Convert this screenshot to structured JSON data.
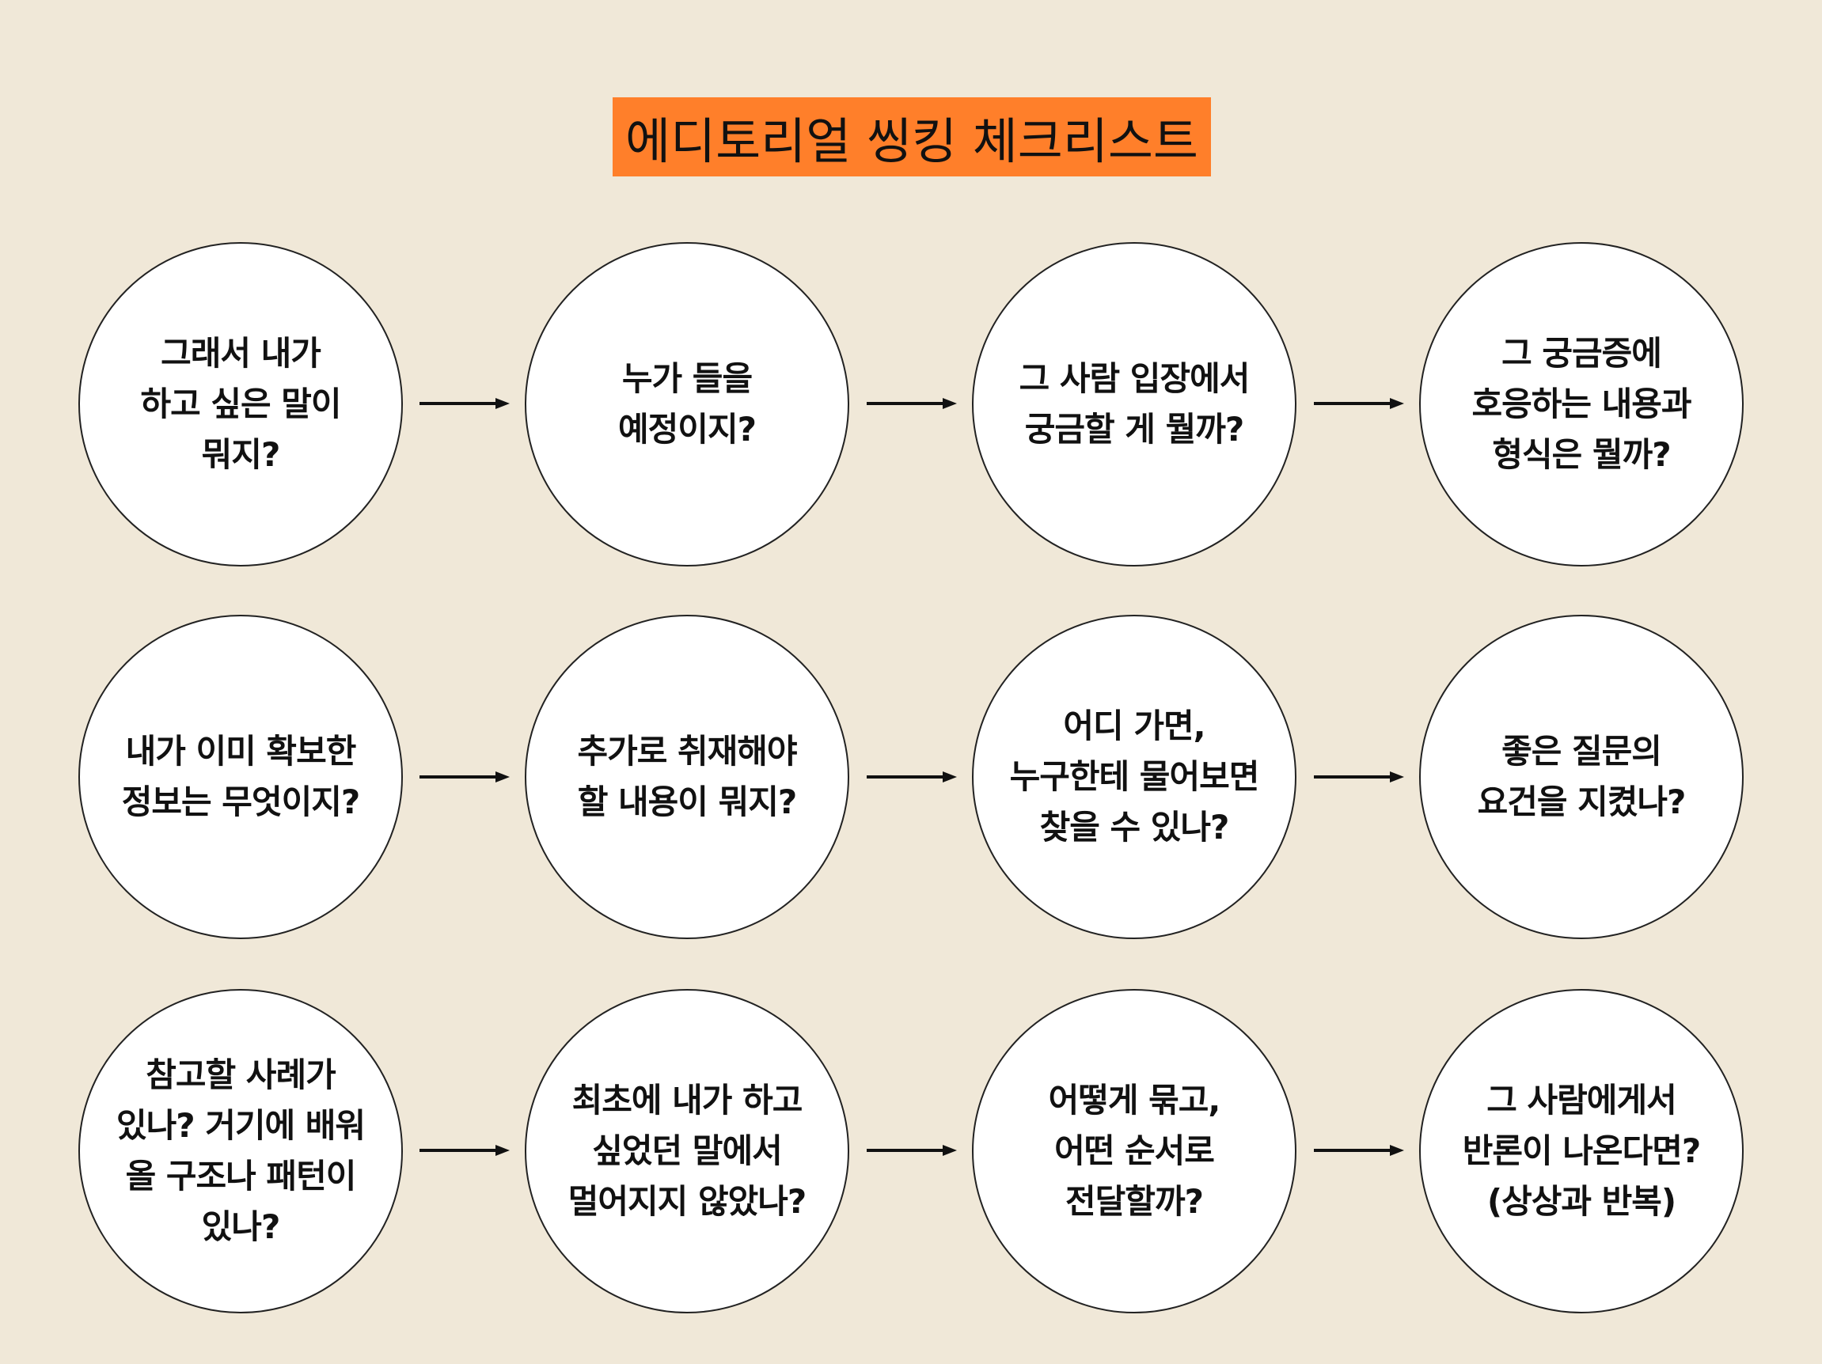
{
  "title": "에디토리얼 씽킹 체크리스트",
  "colors": {
    "background": "#f0e8d8",
    "title_bg": "#ff7f2a"
  },
  "rows": [
    [
      {
        "lines": [
          "그래서 내가",
          "하고 싶은 말이",
          "뭐지?"
        ]
      },
      {
        "lines": [
          "누가 들을",
          "예정이지?"
        ]
      },
      {
        "lines": [
          "그 사람 입장에서",
          "궁금할 게 뭘까?"
        ]
      },
      {
        "lines": [
          "그 궁금증에",
          "호응하는 내용과",
          "형식은 뭘까?"
        ]
      }
    ],
    [
      {
        "lines": [
          "내가 이미 확보한",
          "정보는 무엇이지?"
        ]
      },
      {
        "lines": [
          "추가로 취재해야",
          "할 내용이 뭐지?"
        ]
      },
      {
        "lines": [
          "어디 가면,",
          "누구한테 물어보면",
          "찾을 수 있나?"
        ]
      },
      {
        "lines": [
          "좋은 질문의",
          "요건을 지켰나?"
        ]
      }
    ],
    [
      {
        "lines": [
          "참고할 사례가",
          "있나? 거기에 배워",
          "올 구조나 패턴이",
          "있나?"
        ]
      },
      {
        "lines": [
          "최초에 내가 하고",
          "싶었던 말에서",
          "멀어지지 않았나?"
        ]
      },
      {
        "lines": [
          "어떻게 묶고,",
          "어떤 순서로",
          "전달할까?"
        ]
      },
      {
        "lines": [
          "그 사람에게서",
          "반론이 나온다면?",
          "(상상과 반복)"
        ]
      }
    ]
  ]
}
